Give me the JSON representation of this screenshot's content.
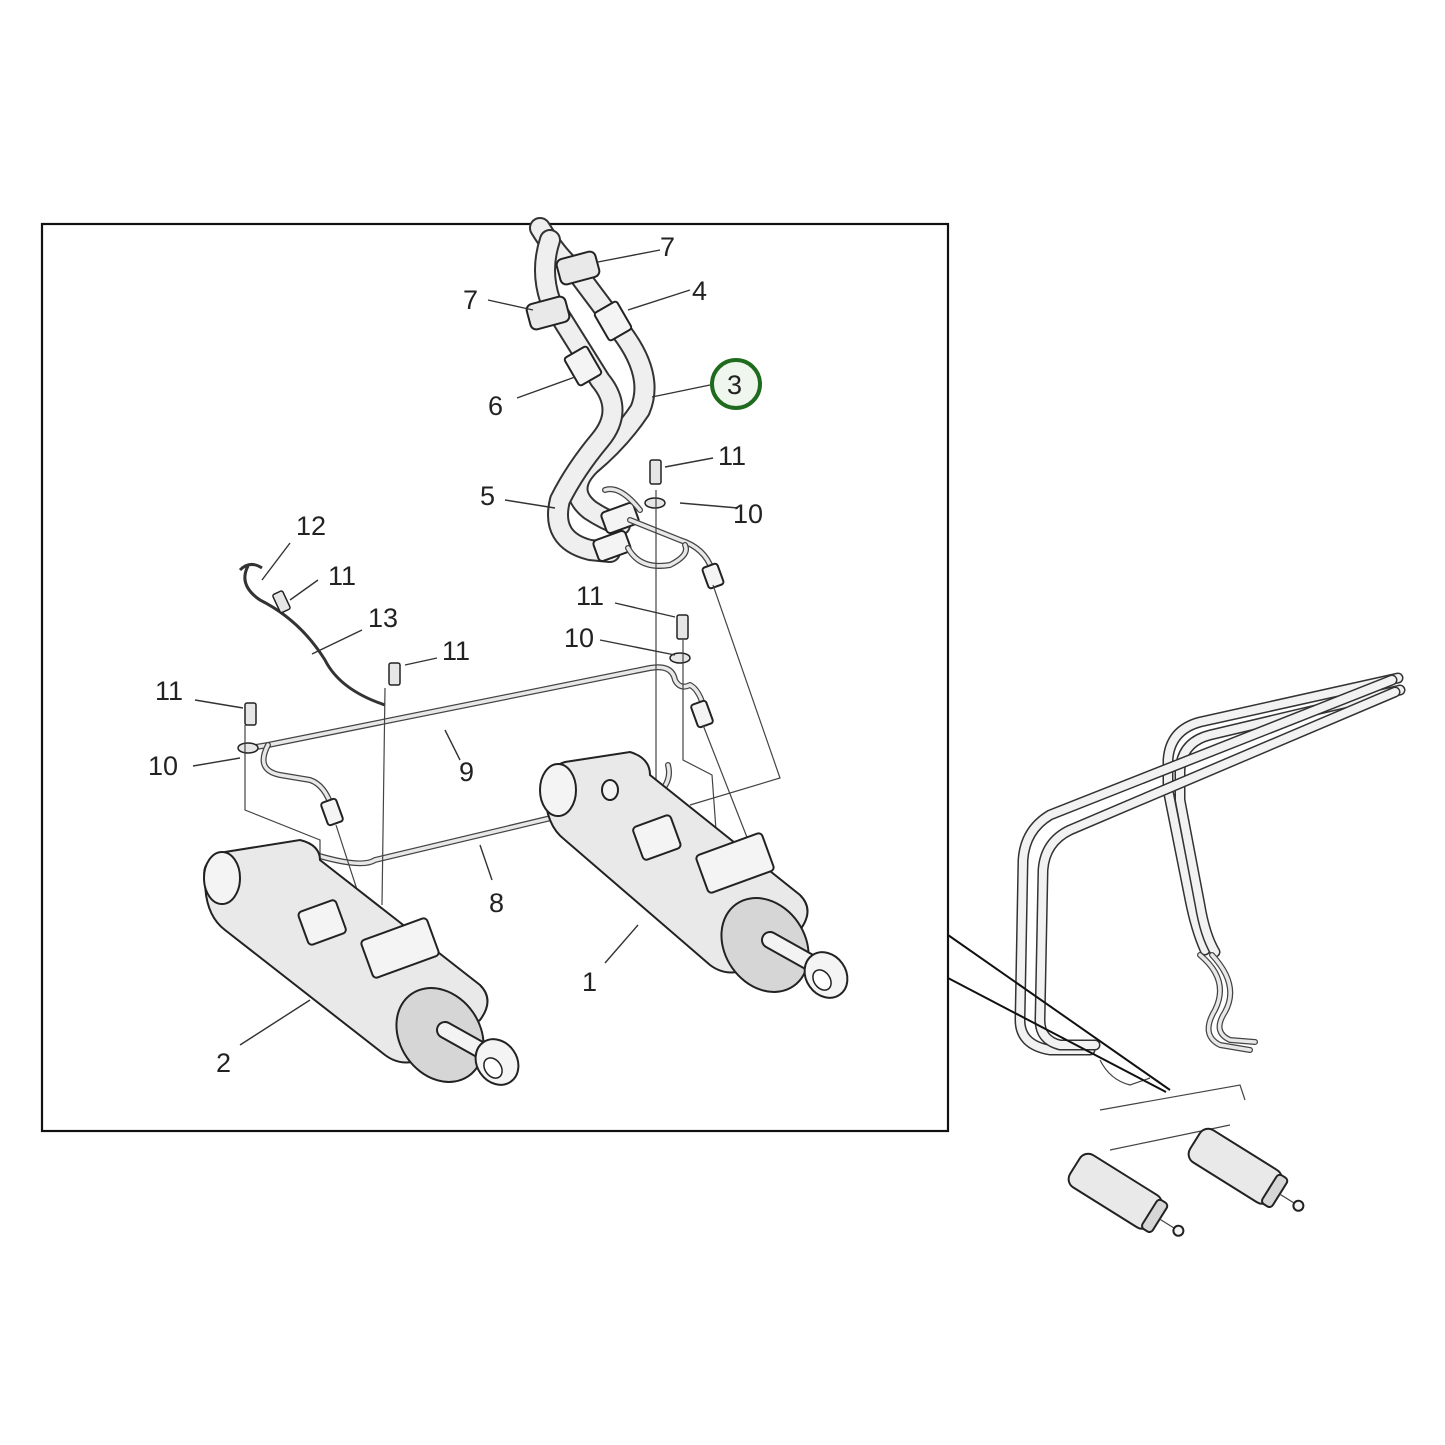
{
  "diagram": {
    "type": "exploded-parts-diagram",
    "subject": "hydraulic cylinders with hoses and pipes",
    "highlighted_callout": "3",
    "highlight_color": "#1e6b1e",
    "callouts": [
      {
        "id": "c1",
        "label": "1"
      },
      {
        "id": "c2",
        "label": "2"
      },
      {
        "id": "c3",
        "label": "3"
      },
      {
        "id": "c4",
        "label": "4"
      },
      {
        "id": "c5",
        "label": "5"
      },
      {
        "id": "c6",
        "label": "6"
      },
      {
        "id": "c7a",
        "label": "7"
      },
      {
        "id": "c7b",
        "label": "7"
      },
      {
        "id": "c8",
        "label": "8"
      },
      {
        "id": "c9",
        "label": "9"
      },
      {
        "id": "c10a",
        "label": "10"
      },
      {
        "id": "c10b",
        "label": "10"
      },
      {
        "id": "c10c",
        "label": "10"
      },
      {
        "id": "c11a",
        "label": "11"
      },
      {
        "id": "c11b",
        "label": "11"
      },
      {
        "id": "c11c",
        "label": "11"
      },
      {
        "id": "c11d",
        "label": "11"
      },
      {
        "id": "c11e",
        "label": "11"
      },
      {
        "id": "c12",
        "label": "12"
      },
      {
        "id": "c13",
        "label": "13"
      }
    ],
    "inset": {
      "description": "overview of full pipe routing with zoom pointer"
    }
  }
}
